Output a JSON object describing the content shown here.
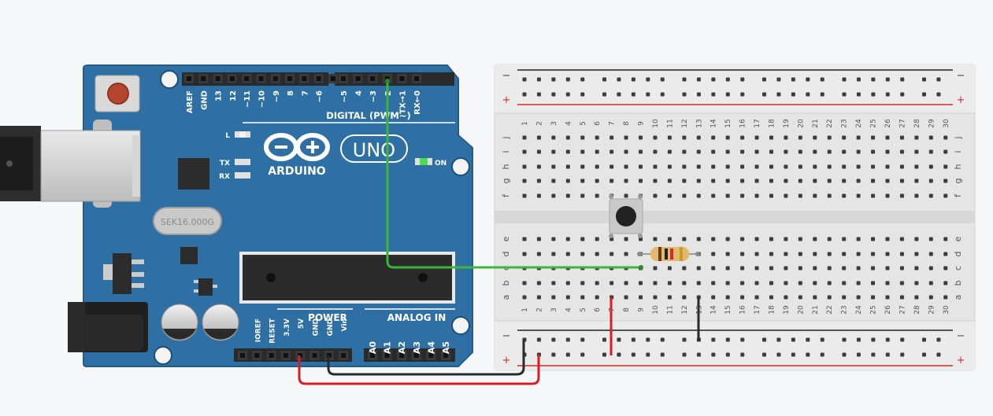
{
  "colors": {
    "board": "#2e6fa4",
    "board_edge": "#245b88",
    "wire_signal": "#3cb43c",
    "wire_power": "#d91e23",
    "wire_ground": "#2a2a2a",
    "led_on": "#47e04a",
    "rail_red": "#d52b2b",
    "rail_dark": "#222222"
  },
  "arduino": {
    "logo_text": "ARDUINO",
    "model_text": "UNO",
    "crystal_text": "SEK16.000G",
    "header_digital_title": "DIGITAL (PWM~)",
    "digital_pins": [
      "AREF",
      "GND",
      "13",
      "12",
      "~11",
      "~10",
      "~9",
      "8",
      "7",
      "~6",
      "~5",
      "4",
      "~3",
      "2",
      "TX→1",
      "RX←0"
    ],
    "led_labels": {
      "l": "L",
      "tx": "TX",
      "rx": "RX",
      "on": "ON"
    },
    "power_title": "POWER",
    "power_pins": [
      "IOREF",
      "RESET",
      "3.3V",
      "5V",
      "GND",
      "GND",
      "Vin"
    ],
    "analog_title": "ANALOG IN",
    "analog_pins": [
      "A0",
      "A1",
      "A2",
      "A3",
      "A4",
      "A5"
    ]
  },
  "breadboard": {
    "row_letters_top": [
      "j",
      "i",
      "h",
      "g",
      "f"
    ],
    "row_letters_bottom": [
      "e",
      "d",
      "c",
      "b",
      "a"
    ],
    "rail_minus": "−",
    "rail_plus": "+",
    "columns": 30
  }
}
